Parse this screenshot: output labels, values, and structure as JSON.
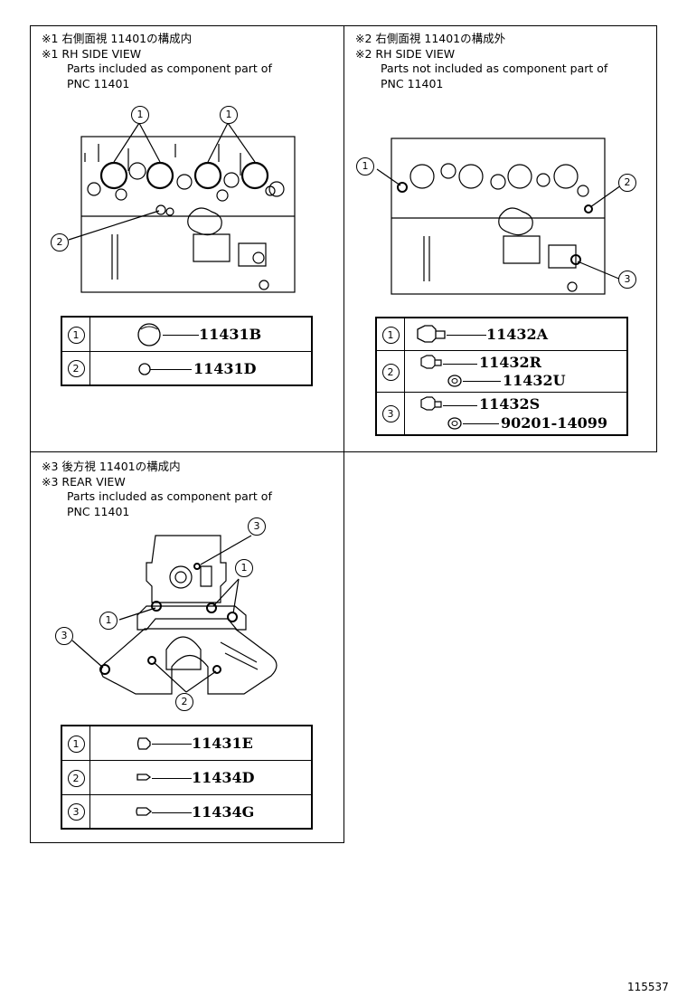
{
  "panels": {
    "p1": {
      "line1": "※1 右側面視  11401の構成内",
      "line2": "※1 RH SIDE VIEW",
      "line3": "Parts included as component part of",
      "line4": "PNC 11401",
      "callouts": [
        "1",
        "1",
        "2"
      ],
      "rows": [
        {
          "num": "1",
          "parts": [
            "11431B"
          ]
        },
        {
          "num": "2",
          "parts": [
            "11431D"
          ]
        }
      ]
    },
    "p2": {
      "line1": "※2 右側面視  11401の構成外",
      "line2": "※2 RH SIDE VIEW",
      "line3": "Parts not included as component part of",
      "line4": "PNC 11401",
      "callouts": [
        "1",
        "2",
        "3"
      ],
      "rows": [
        {
          "num": "1",
          "parts": [
            "11432A"
          ]
        },
        {
          "num": "2",
          "parts": [
            "11432R",
            "11432U"
          ]
        },
        {
          "num": "3",
          "parts": [
            "11432S",
            "90201-14099"
          ]
        }
      ]
    },
    "p3": {
      "line1": "※3 後方視  11401の構成内",
      "line2": "※3 REAR VIEW",
      "line3": "Parts included as component part of",
      "line4": "PNC 11401",
      "callouts": [
        "3",
        "1",
        "1",
        "3",
        "2"
      ],
      "rows": [
        {
          "num": "1",
          "parts": [
            "11431E"
          ]
        },
        {
          "num": "2",
          "parts": [
            "11434D"
          ]
        },
        {
          "num": "3",
          "parts": [
            "11434G"
          ]
        }
      ]
    }
  },
  "figure_id": "115537"
}
